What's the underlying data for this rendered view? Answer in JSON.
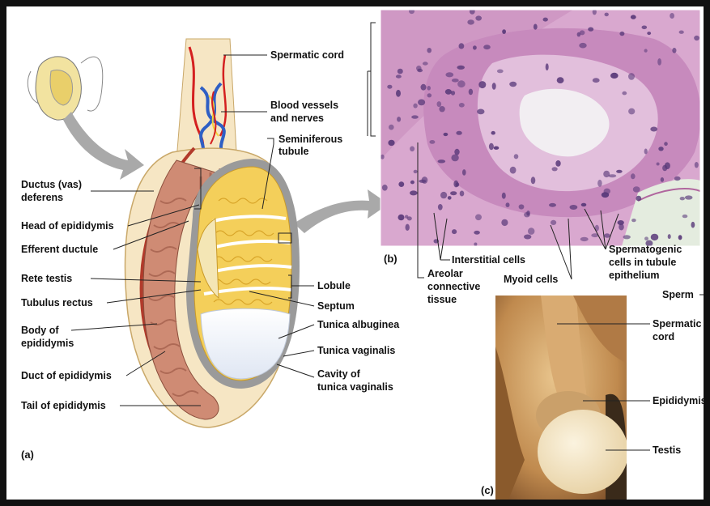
{
  "panel_a": {
    "tag": "(a)",
    "labels": {
      "spermatic_cord": "Spermatic cord",
      "blood_vessels_1": "Blood vessels",
      "blood_vessels_2": "and nerves",
      "seminiferous_1": "Seminiferous",
      "seminiferous_2": "tubule",
      "ductus_1": "Ductus (vas)",
      "ductus_2": "deferens",
      "head_epididymis": "Head of epididymis",
      "efferent_ductule": "Efferent ductule",
      "rete_testis": "Rete testis",
      "tubulus_rectus": "Tubulus rectus",
      "body_epididymis_1": "Body of",
      "body_epididymis_2": "epididymis",
      "duct_epididymis": "Duct of epididymis",
      "tail_epididymis": "Tail of epididymis",
      "lobule": "Lobule",
      "septum": "Septum",
      "tunica_albuginea": "Tunica albuginea",
      "tunica_vaginalis": "Tunica vaginalis",
      "cavity_1": "Cavity of",
      "cavity_2": "tunica vaginalis"
    }
  },
  "panel_b": {
    "tag": "(b)",
    "labels": {
      "interstitial": "Interstitial cells",
      "areolar_1": "Areolar",
      "areolar_2": "connective",
      "areolar_3": "tissue",
      "myoid": "Myoid cells",
      "spermatogenic_1": "Spermatogenic",
      "spermatogenic_2": "cells in tubule",
      "spermatogenic_3": "epithelium",
      "sperm": "Sperm"
    }
  },
  "panel_c": {
    "tag": "(c)",
    "labels": {
      "spermatic_cord_1": "Spermatic",
      "spermatic_cord_2": "cord",
      "epididymis": "Epididymis",
      "testis": "Testis"
    }
  },
  "colors": {
    "background_frame": "#111111",
    "panel_background": "#ffffff",
    "epididymis": "#cf8b74",
    "lobules": "#f4cf5a",
    "tunica": "#9a9a9a",
    "scrotal_sac": "#f6e6c4",
    "artery": "#d42020",
    "vein": "#2f5fc4",
    "micrograph_tissue": "#d9a8cf",
    "micrograph_lumen": "#f2eef2",
    "photo_tissue": "#c9935a",
    "photo_testis": "#f3e4c2"
  }
}
